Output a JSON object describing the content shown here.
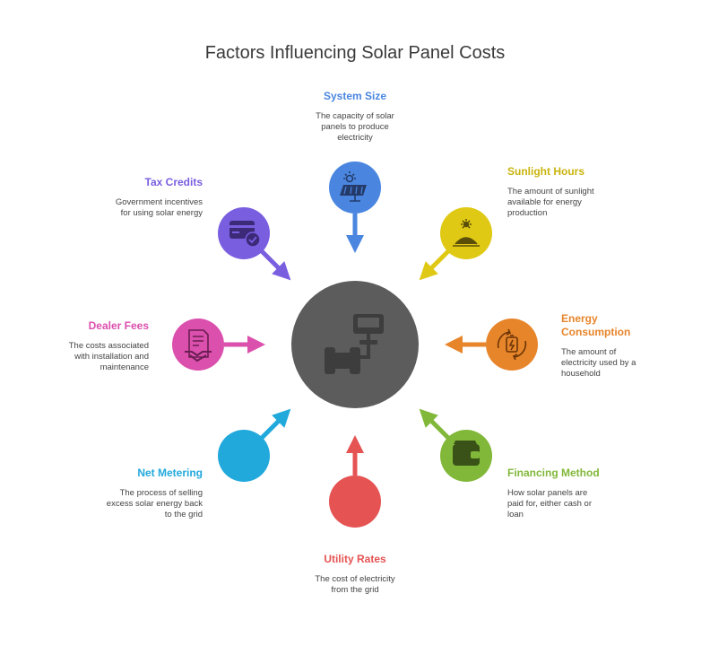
{
  "title": "Factors Influencing Solar Panel Costs",
  "center": {
    "icon": "solar-system-icon",
    "color": "#5c5c5c"
  },
  "factors": [
    {
      "id": "system-size",
      "title": "System Size",
      "description": "The capacity of solar panels to produce electricity",
      "color": "#4a86e0",
      "icon": "solar-panel-icon"
    },
    {
      "id": "sunlight-hours",
      "title": "Sunlight Hours",
      "description": "The amount of sunlight available for energy production",
      "color": "#e0c915",
      "icon": "sunrise-icon"
    },
    {
      "id": "energy-consumption",
      "title": "Energy Consumption",
      "description": "The amount of electricity used by a household",
      "color": "#e7852b",
      "icon": "battery-cycle-icon"
    },
    {
      "id": "financing-method",
      "title": "Financing Method",
      "description": "How solar panels are paid for, either cash or loan",
      "color": "#82b83a",
      "icon": "wallet-icon"
    },
    {
      "id": "utility-rates",
      "title": "Utility Rates",
      "description": "The cost of electricity from the grid",
      "color": "#e55353",
      "icon": ""
    },
    {
      "id": "net-metering",
      "title": "Net Metering",
      "description": "The process of selling excess solar energy back to the grid",
      "color": "#22a9dc",
      "icon": ""
    },
    {
      "id": "dealer-fees",
      "title": "Dealer Fees",
      "description": "The costs associated with installation and maintenance",
      "color": "#db4fad",
      "icon": "contract-handshake-icon"
    },
    {
      "id": "tax-credits",
      "title": "Tax Credits",
      "description": "Government incentives for using solar energy",
      "color": "#7a5ee0",
      "icon": "card-check-icon"
    }
  ]
}
